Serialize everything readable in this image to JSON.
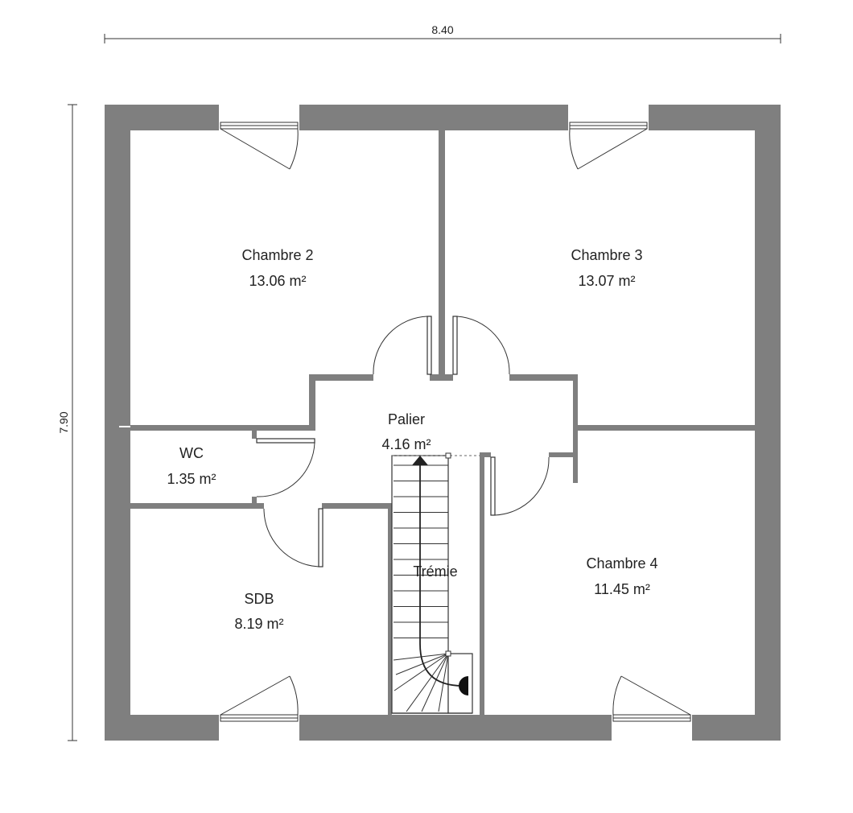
{
  "dimensions": {
    "width": "8.40",
    "height": "7.90"
  },
  "rooms": [
    {
      "key": "chambre2",
      "name": "Chambre 2",
      "area": "13.06 m²"
    },
    {
      "key": "chambre3",
      "name": "Chambre 3",
      "area": "13.07 m²"
    },
    {
      "key": "palier",
      "name": "Palier",
      "area": "4.16 m²"
    },
    {
      "key": "wc",
      "name": "WC",
      "area": "1.35 m²"
    },
    {
      "key": "sdb",
      "name": "SDB",
      "area": "8.19 m²"
    },
    {
      "key": "chambre4",
      "name": "Chambre 4",
      "area": "11.45 m²"
    },
    {
      "key": "tremie",
      "name": "Trémie",
      "area": ""
    }
  ],
  "colors": {
    "wall": "#7f7f7f",
    "line": "#333333",
    "text": "#222222",
    "background": "#ffffff"
  }
}
